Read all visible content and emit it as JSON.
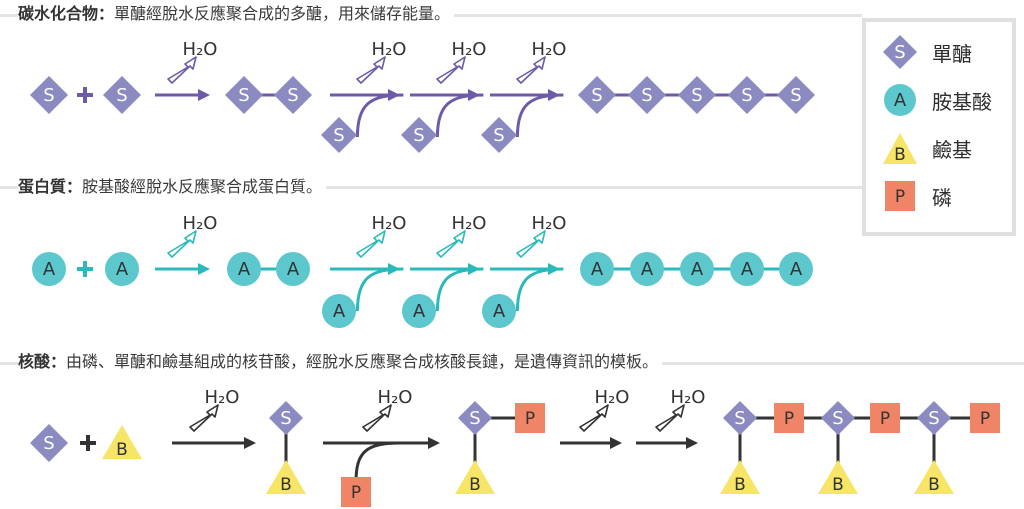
{
  "sections": {
    "carb": {
      "title": "碳水化合物：",
      "desc": "單醣經脫水反應聚合成的多醣，用來儲存能量。",
      "unit_letter": "S",
      "water": "H₂O"
    },
    "protein": {
      "title": "蛋白質：",
      "desc": "胺基酸經脫水反應聚合成蛋白質。",
      "unit_letter": "A",
      "water": "H₂O"
    },
    "nucleic": {
      "title": "核酸：",
      "desc": "由磷、單醣和鹼基組成的核苷酸，經脫水反應聚合成核酸長鏈，是遺傳資訊的模板。",
      "sugar_letter": "S",
      "base_letter": "B",
      "phosphate_letter": "P",
      "water": "H₂O"
    }
  },
  "plus": "+",
  "legend": {
    "items": [
      {
        "symbol": "S",
        "label": "單醣",
        "shape": "diamond",
        "color": "#8b8ac1"
      },
      {
        "symbol": "A",
        "label": "胺基酸",
        "shape": "circle",
        "color": "#5cc7cc"
      },
      {
        "symbol": "B",
        "label": "鹼基",
        "shape": "triangle",
        "color": "#f6e566"
      },
      {
        "symbol": "P",
        "label": "磷",
        "shape": "square",
        "color": "#f08466"
      }
    ]
  },
  "colors": {
    "carb_arrow": "#6d5aa8",
    "protein_arrow": "#2bb9bb",
    "nucleic_arrow": "#333333",
    "diamond": "#8b8ac1",
    "circle": "#5cc7cc",
    "triangle": "#f6e566",
    "square": "#f08466",
    "text_on_shape": "#ffffff",
    "text_on_light": "#333333"
  }
}
